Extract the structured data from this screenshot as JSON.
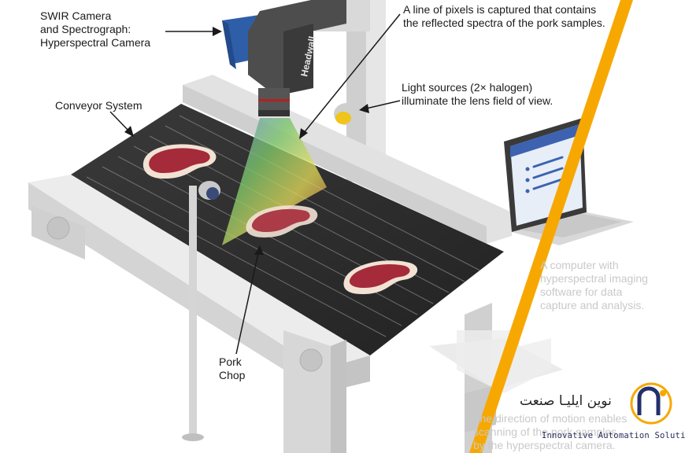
{
  "labels": {
    "camera": [
      "SWIR Camera",
      "and Spectrograph:",
      "Hyperspectral Camera"
    ],
    "pixels": [
      "A line of pixels is captured that contains",
      "the reflected spectra of the pork samples."
    ],
    "light": [
      "Light sources (2× halogen)",
      "illuminate the lens field of view."
    ],
    "conveyor": [
      "Conveyor System"
    ],
    "pork": [
      "Pork",
      "Chop"
    ],
    "computer": [
      "A computer with",
      "hyperspectral imaging",
      "software for data",
      "capture and analysis."
    ],
    "motion": [
      "The direction of motion enables",
      "scanning of the pork samples",
      "by the hyperspectral camera."
    ]
  },
  "camera_brand": "Headwall",
  "logo": {
    "fa": "نوین ایلیـا صنعت",
    "en": "Innovative Automation Solutions"
  },
  "colors": {
    "accent_stripe": "#f7a800",
    "belt": "#2e2e2e",
    "frame": "#dcdcdc",
    "camera_blue": "#2f5ea8",
    "camera_gray": "#4d4d4d",
    "meat": "#a52a3a"
  }
}
